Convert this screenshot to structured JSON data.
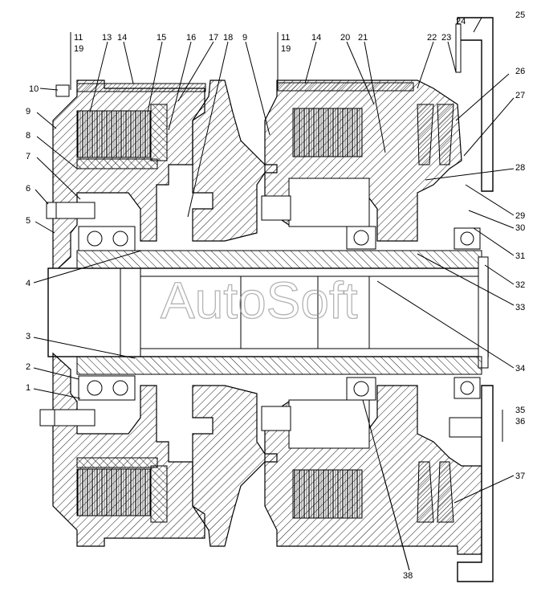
{
  "watermark": "AutoSoft",
  "callouts": [
    {
      "id": "c1",
      "text": "1"
    },
    {
      "id": "c2",
      "text": "2"
    },
    {
      "id": "c3",
      "text": "3"
    },
    {
      "id": "c4",
      "text": "4"
    },
    {
      "id": "c5",
      "text": "5"
    },
    {
      "id": "c6",
      "text": "6"
    },
    {
      "id": "c7",
      "text": "7"
    },
    {
      "id": "c8",
      "text": "8"
    },
    {
      "id": "c9a",
      "text": "9"
    },
    {
      "id": "c9b",
      "text": "9"
    },
    {
      "id": "c10",
      "text": "10"
    },
    {
      "id": "c11a",
      "text": "11"
    },
    {
      "id": "c19a",
      "text": "19"
    },
    {
      "id": "c11b",
      "text": "11"
    },
    {
      "id": "c19b",
      "text": "19"
    },
    {
      "id": "c13",
      "text": "13"
    },
    {
      "id": "c14a",
      "text": "14"
    },
    {
      "id": "c14b",
      "text": "14"
    },
    {
      "id": "c15",
      "text": "15"
    },
    {
      "id": "c16",
      "text": "16"
    },
    {
      "id": "c17",
      "text": "17"
    },
    {
      "id": "c18",
      "text": "18"
    },
    {
      "id": "c20",
      "text": "20"
    },
    {
      "id": "c21",
      "text": "21"
    },
    {
      "id": "c22",
      "text": "22"
    },
    {
      "id": "c23",
      "text": "23"
    },
    {
      "id": "c24",
      "text": "24"
    },
    {
      "id": "c25",
      "text": "25"
    },
    {
      "id": "c26",
      "text": "26"
    },
    {
      "id": "c27",
      "text": "27"
    },
    {
      "id": "c28",
      "text": "28"
    },
    {
      "id": "c29",
      "text": "29"
    },
    {
      "id": "c30",
      "text": "30"
    },
    {
      "id": "c31",
      "text": "31"
    },
    {
      "id": "c32",
      "text": "32"
    },
    {
      "id": "c33",
      "text": "33"
    },
    {
      "id": "c34",
      "text": "34"
    },
    {
      "id": "c35",
      "text": "35"
    },
    {
      "id": "c36",
      "text": "36"
    },
    {
      "id": "c37",
      "text": "37"
    },
    {
      "id": "c38",
      "text": "38"
    }
  ]
}
